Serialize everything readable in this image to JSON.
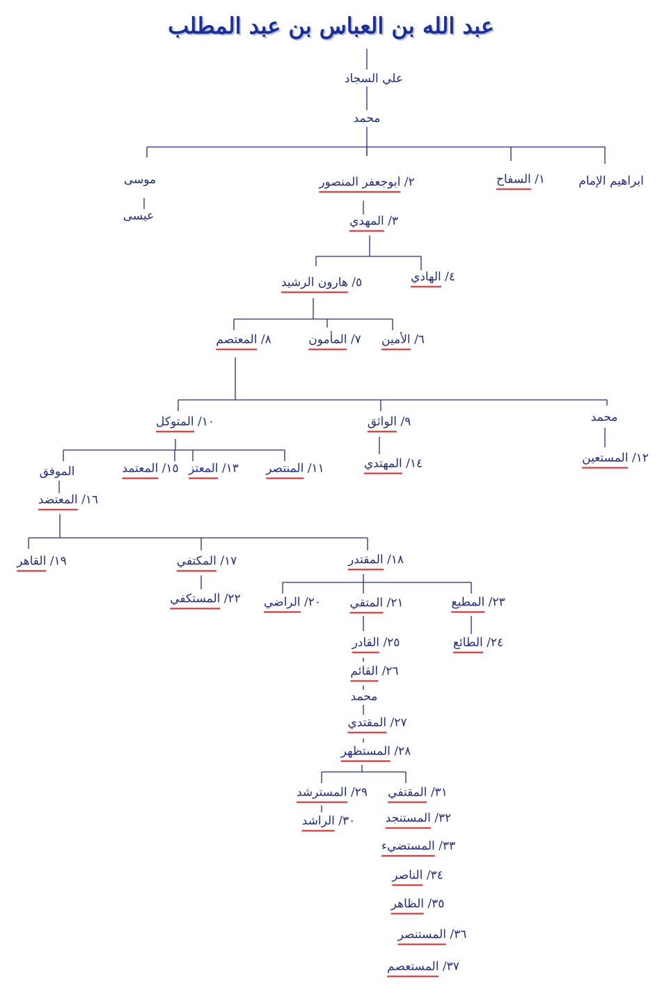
{
  "title": "عبد الله بن العباس بن عبد المطلب",
  "colors": {
    "text": "#1f2b8c",
    "line": "#1f2b8c",
    "underline": "#e02020",
    "title": "#1a2e9a"
  },
  "nodes": {
    "ali": {
      "num": "",
      "name": "علي السجاد",
      "caliph": false
    },
    "muhammad_root": {
      "num": "",
      "name": "محمد",
      "caliph": false
    },
    "ibrahim": {
      "num": "",
      "name": "ابراهيم الإمام",
      "caliph": false
    },
    "saffah": {
      "num": "١/",
      "name": "السفاح",
      "caliph": true
    },
    "mansur": {
      "num": "٢/",
      "name": "ابوجعفر المنصور",
      "caliph": true
    },
    "musa": {
      "num": "",
      "name": "موسى",
      "caliph": false
    },
    "isa": {
      "num": "",
      "name": "عيسى",
      "caliph": false
    },
    "mahdi": {
      "num": "٣/",
      "name": "المهدي",
      "caliph": true
    },
    "hadi": {
      "num": "٤/",
      "name": "الهادي",
      "caliph": true
    },
    "harun": {
      "num": "٥/",
      "name": "هارون الرشيد",
      "caliph": true
    },
    "amin": {
      "num": "٦/",
      "name": "الأمين",
      "caliph": true
    },
    "mamun": {
      "num": "٧/",
      "name": "المأمون",
      "caliph": true
    },
    "mutasim": {
      "num": "٨/",
      "name": "المعتصم",
      "caliph": true
    },
    "muhammad_b": {
      "num": "",
      "name": "محمد",
      "caliph": false
    },
    "wathiq": {
      "num": "٩/",
      "name": "الواثق",
      "caliph": true
    },
    "mutawakkil": {
      "num": "١٠/",
      "name": "المتوكل",
      "caliph": true
    },
    "mustain": {
      "num": "١٢/",
      "name": "المستعين",
      "caliph": true
    },
    "muhtadi": {
      "num": "١٤/",
      "name": "المهتدي",
      "caliph": true
    },
    "muntasir": {
      "num": "١١/",
      "name": "المنتصر",
      "caliph": true
    },
    "mutazz": {
      "num": "١٣/",
      "name": "المعتز",
      "caliph": true
    },
    "mutamid": {
      "num": "١٥/",
      "name": "المعتمد",
      "caliph": true
    },
    "muwaffaq": {
      "num": "",
      "name": "الموفق",
      "caliph": false
    },
    "mutadid": {
      "num": "١٦/",
      "name": "المعتضد",
      "caliph": true
    },
    "qahir": {
      "num": "١٩/",
      "name": "القاهر",
      "caliph": true
    },
    "muktafi": {
      "num": "١٧/",
      "name": "المكتفي",
      "caliph": true
    },
    "muqtadir": {
      "num": "١٨/",
      "name": "المقتدر",
      "caliph": true
    },
    "mustakfi": {
      "num": "٢٢/",
      "name": "المستكفي",
      "caliph": true
    },
    "radi": {
      "num": "٢٠/",
      "name": "الراضي",
      "caliph": true
    },
    "muttaqi": {
      "num": "٢١/",
      "name": "المتقي",
      "caliph": true
    },
    "muti": {
      "num": "٢٣/",
      "name": "المطيع",
      "caliph": true
    },
    "qadir": {
      "num": "٢٥/",
      "name": "القادر",
      "caliph": true
    },
    "tai": {
      "num": "٢٤/",
      "name": "الطائع",
      "caliph": true
    },
    "qaim": {
      "num": "٢٦/",
      "name": "القائم",
      "caliph": true
    },
    "muhammad_c": {
      "num": "",
      "name": "محمد",
      "caliph": false
    },
    "muqtadi": {
      "num": "٢٧/",
      "name": "المقتدي",
      "caliph": true
    },
    "mustazhir": {
      "num": "٢٨/",
      "name": "المستظهر",
      "caliph": true
    },
    "mustarshid": {
      "num": "٢٩/",
      "name": "المسترشد",
      "caliph": true
    },
    "muqtafi": {
      "num": "٣١/",
      "name": "المقتفي",
      "caliph": true
    },
    "rashid": {
      "num": "٣٠/",
      "name": "الراشد",
      "caliph": true
    },
    "mustanjid": {
      "num": "٣٢/",
      "name": "المستنجد",
      "caliph": true
    },
    "mustadi": {
      "num": "٣٣/",
      "name": "المستضيء",
      "caliph": true
    },
    "nasir": {
      "num": "٣٤/",
      "name": "الناصر",
      "caliph": true
    },
    "zahir": {
      "num": "٣٥/",
      "name": "الظاهر",
      "caliph": true
    },
    "mustansir": {
      "num": "٣٦/",
      "name": "المستنصر",
      "caliph": true
    },
    "mustasim": {
      "num": "٣٧/",
      "name": "المستعصم",
      "caliph": true
    }
  }
}
